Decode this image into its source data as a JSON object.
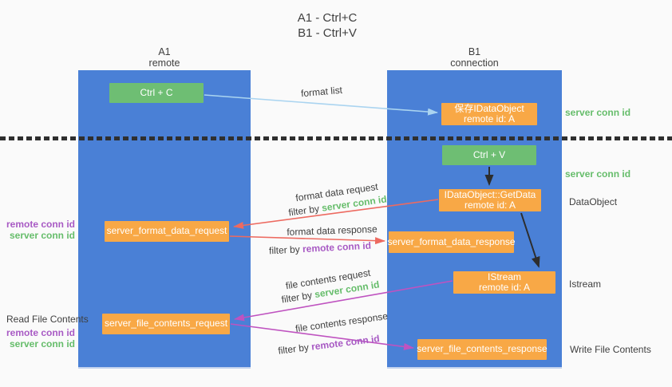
{
  "title": {
    "line1": "A1 - Ctrl+C",
    "line2": "B1 - Ctrl+V"
  },
  "lanes": {
    "left": {
      "name": "A1",
      "role": "remote"
    },
    "right": {
      "name": "B1",
      "role": "connection"
    }
  },
  "nodes": {
    "ctrl_c": {
      "label": "Ctrl + C"
    },
    "ctrl_v": {
      "label": "Ctrl + V"
    },
    "save_dataobject": {
      "line1": "保存IDataObject",
      "line2": "remote id: A"
    },
    "getdata": {
      "line1": "IDataObject::GetData",
      "line2": "remote id: A"
    },
    "istream": {
      "line1": "IStream",
      "line2": "remote id: A"
    },
    "server_format_data_request": {
      "label": "server_format_data_request"
    },
    "server_format_data_response": {
      "label": "server_format_data_response"
    },
    "server_file_contents_request": {
      "label": "server_file_contents_request"
    },
    "server_file_contents_response": {
      "label": "server_file_contents_response"
    }
  },
  "edges": {
    "format_list": {
      "label": "format list"
    },
    "format_data_request": {
      "label": "format data request",
      "filter_prefix": "filter by",
      "filter_key": "server conn id"
    },
    "format_data_response": {
      "label": "format data response",
      "filter_prefix": "filter by",
      "filter_key": "remote conn id"
    },
    "file_contents_request": {
      "label": "file contents request",
      "filter_prefix": "filter by",
      "filter_key": "server conn id"
    },
    "file_contents_response": {
      "label": "file contents response",
      "filter_prefix": "filter by",
      "filter_key": "remote conn id"
    }
  },
  "annotations": {
    "server_conn_id_top": "server conn id",
    "server_conn_id_mid": "server conn id",
    "dataobject": "DataObject",
    "istream": "Istream",
    "write_file_contents": "Write File Contents",
    "read_file_contents": "Read File Contents",
    "left_mid": {
      "remote": "remote conn id",
      "server": "server conn id"
    },
    "left_bottom": {
      "remote": "remote conn id",
      "server": "server conn id"
    }
  },
  "colors": {
    "bg": "#fafafa",
    "lane_blue": "#4a80d6",
    "node_green": "#6ebe73",
    "node_orange": "#f8a846",
    "arrow_blue": "#aad4f0",
    "arrow_red": "#ed6a60",
    "arrow_magenta": "#bf53c0",
    "arrow_black": "#2d2d2d",
    "text_green": "#66bd6b",
    "text_purple": "#a85ac4",
    "text_dark": "#3f3f3f",
    "divider": "#2f2f2f"
  }
}
